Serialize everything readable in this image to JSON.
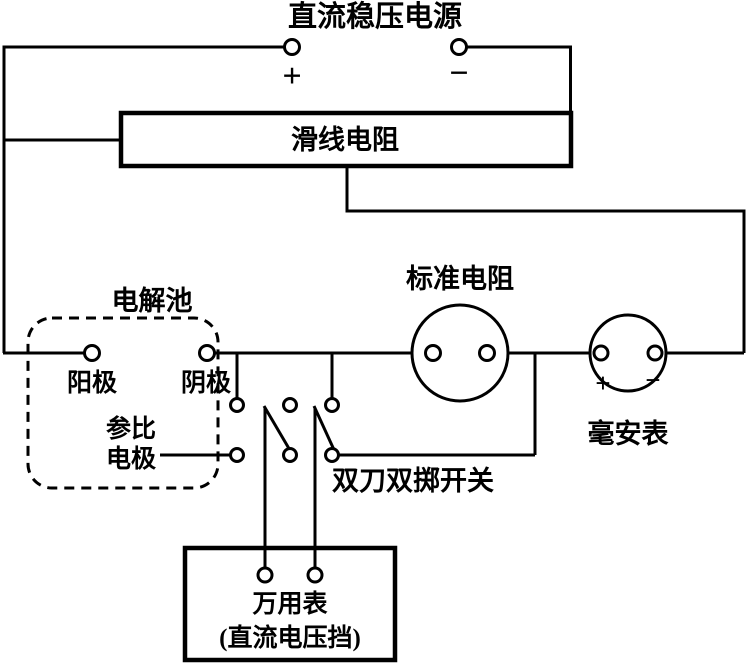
{
  "power_supply": {
    "label": "直流稳压电源",
    "positive": "+",
    "negative": "−"
  },
  "rheostat": {
    "label": "滑线电阻"
  },
  "electrolytic_cell": {
    "label": "电解池",
    "anode": "阳极",
    "cathode": "阴极",
    "reference_line1": "参比",
    "reference_line2": "电极"
  },
  "standard_resistor": {
    "label": "标准电阻"
  },
  "milliammeter": {
    "label": "毫安表",
    "positive": "+",
    "negative": "−"
  },
  "dpdt_switch": {
    "label": "双刀双掷开关"
  },
  "multimeter": {
    "name": "万用表",
    "mode": "(直流电压挡)"
  },
  "colors": {
    "wire": "#000000",
    "background": "#ffffff"
  }
}
